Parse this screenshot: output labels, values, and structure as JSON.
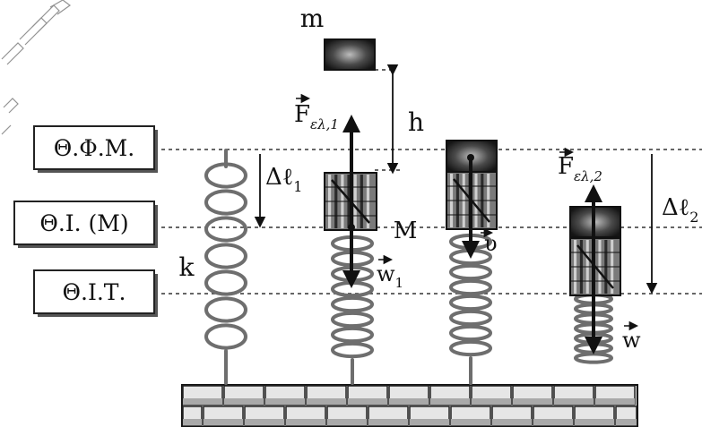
{
  "levels": {
    "natural_length": "Θ.Φ.Μ.",
    "initial_equilibrium": "Θ.Ι. (Μ)",
    "new_equilibrium": "Θ.Ι.Τ."
  },
  "labels": {
    "falling_mass": "m",
    "height": "h",
    "spring_constant": "k",
    "body_mass": "M",
    "dl1_main": "Δℓ",
    "dl1_sub": "1",
    "dl2_main": "Δℓ",
    "dl2_sub": "2",
    "force1_main": "F",
    "force1_sub": "ελ,1",
    "force2_main": "F",
    "force2_sub": "ελ,2",
    "weight1_main": "w",
    "weight1_sub": "1",
    "velocity": "υ",
    "weight2": "w"
  },
  "colors": {
    "ink": "#111111",
    "spring": "#6e6e6e",
    "guide_line": "#333333",
    "block_dark": "#2a2a2a",
    "brick_fill": "#dcdcdc"
  },
  "icons": {
    "watermark": "diagonal-outline-watermark"
  }
}
